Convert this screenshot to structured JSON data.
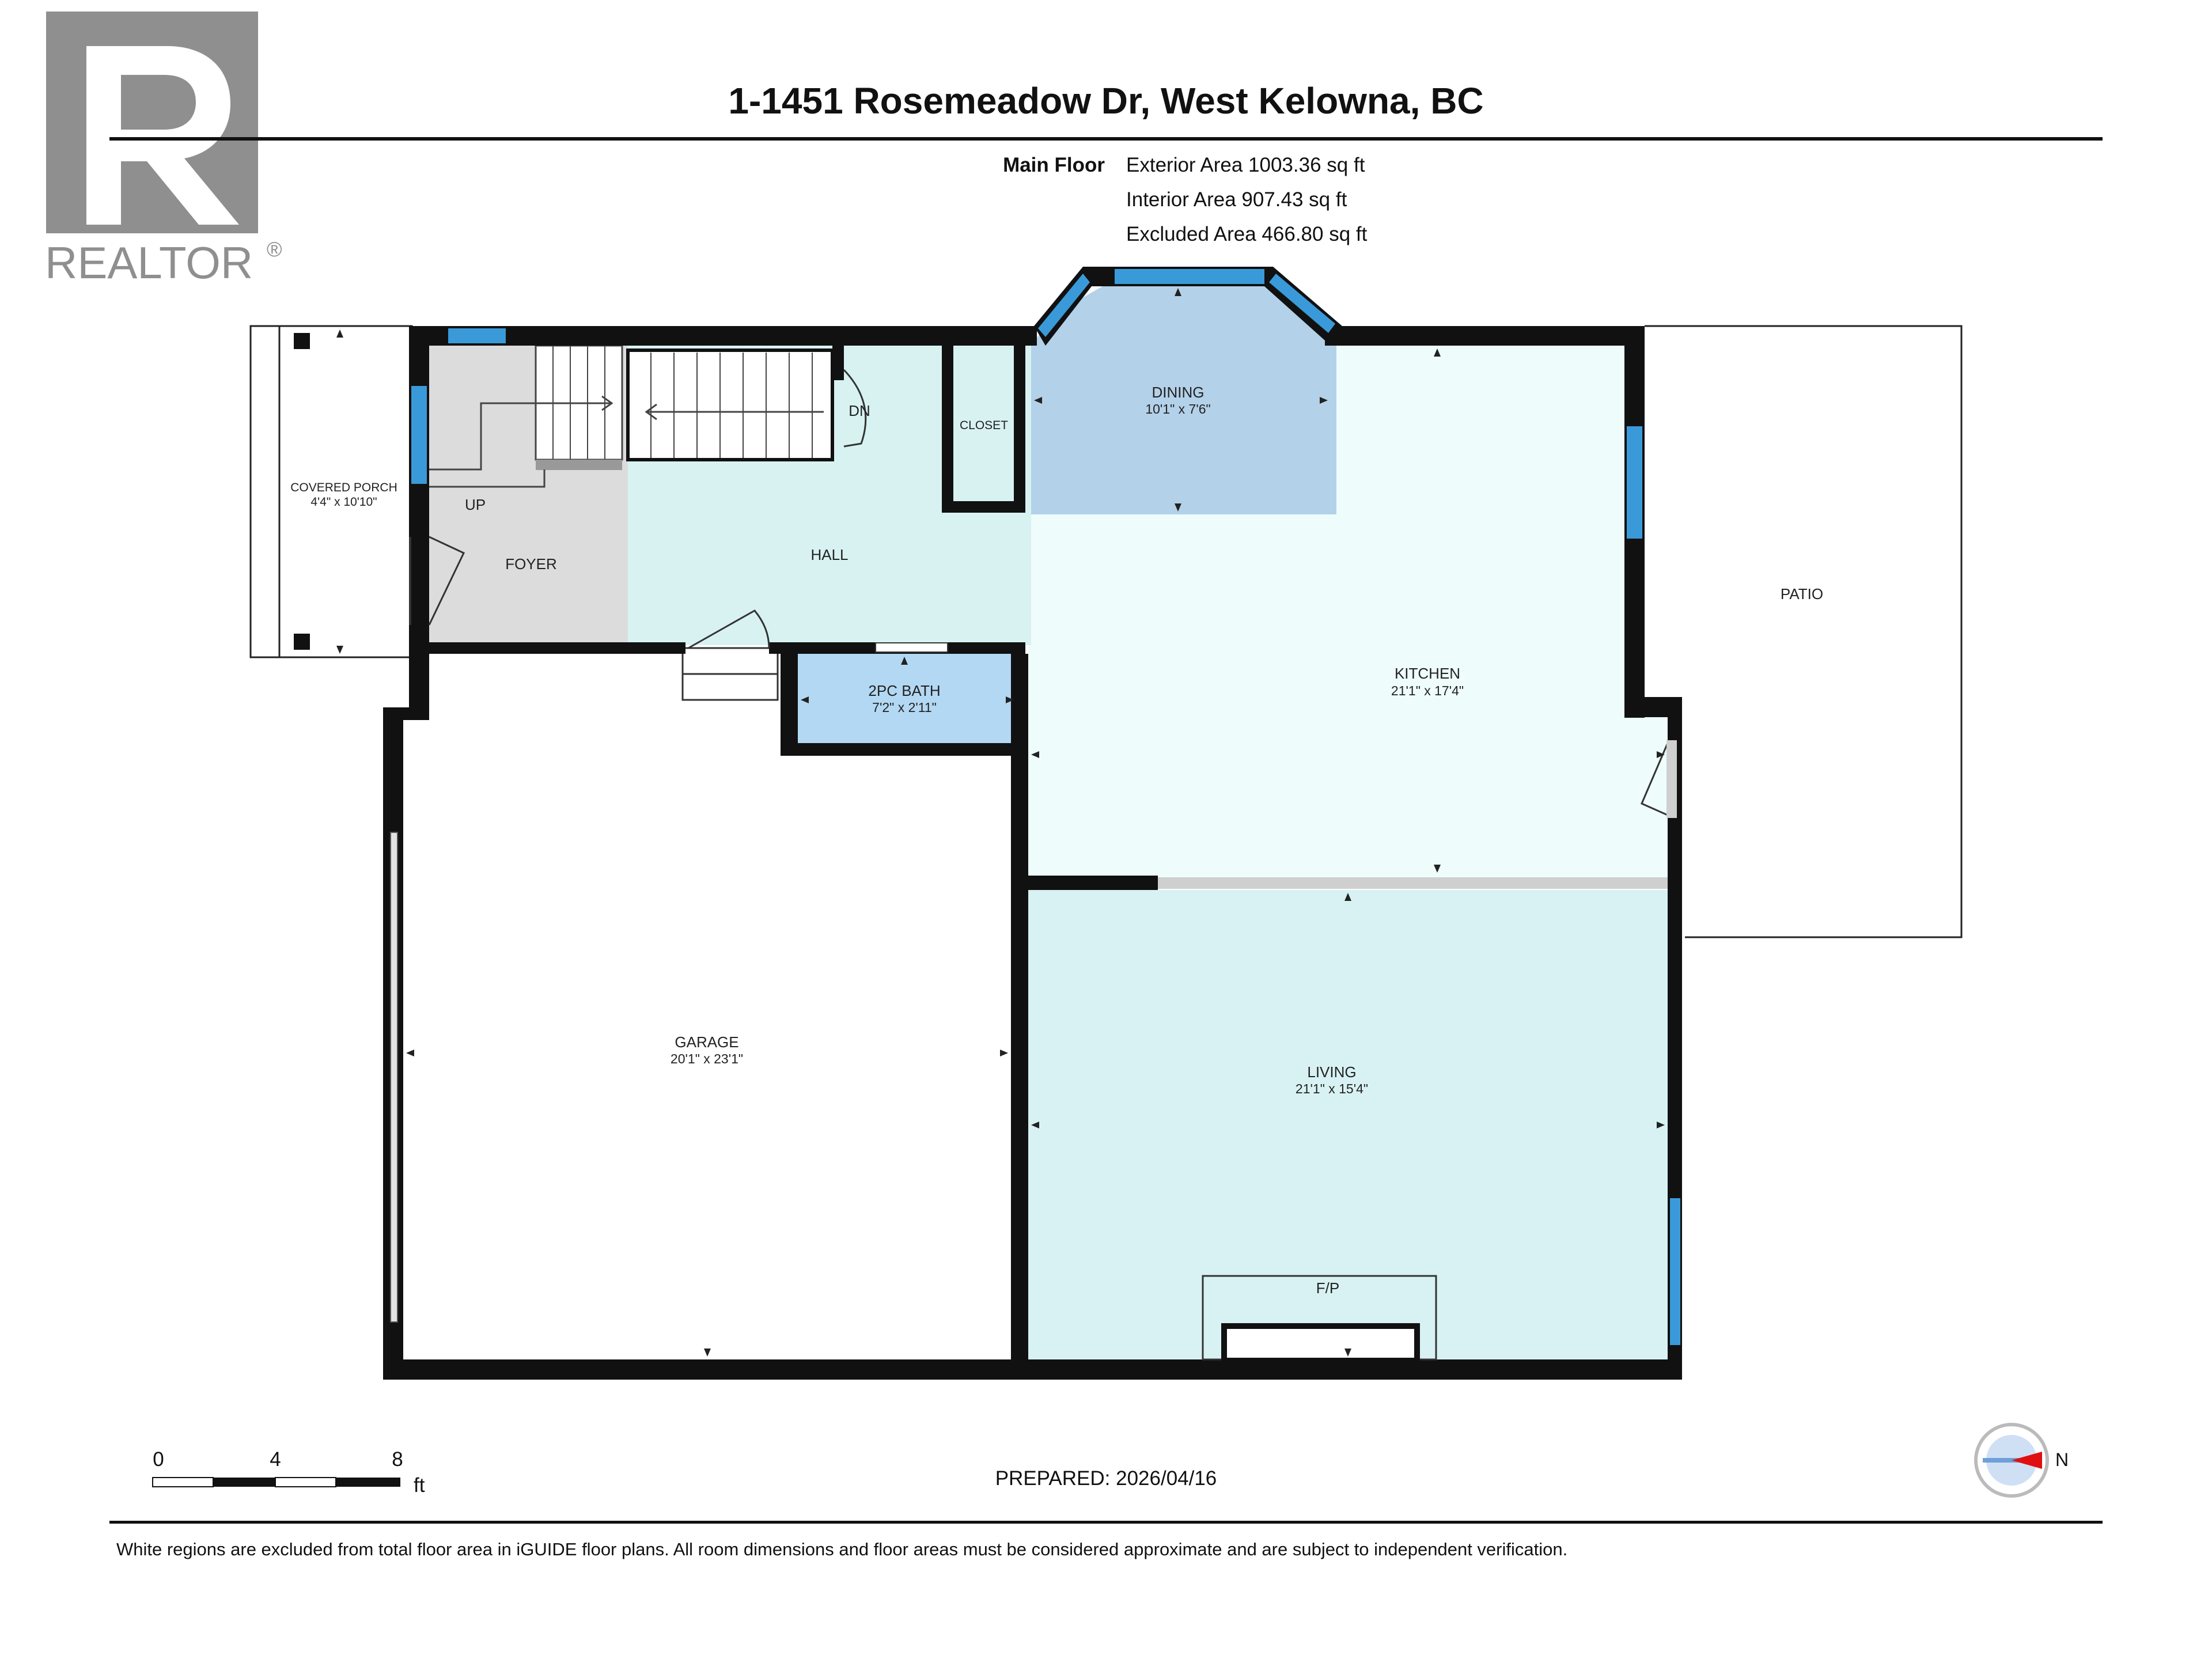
{
  "header": {
    "title": "1-1451 Rosemeadow Dr, West Kelowna, BC",
    "floor_label": "Main Floor",
    "areas": [
      "Exterior Area 1003.36 sq ft",
      "Interior Area 907.43 sq ft",
      "Excluded Area 466.80 sq ft"
    ]
  },
  "logo": {
    "text": "REALTOR",
    "mark": "®",
    "letter": "R"
  },
  "rooms": {
    "covered_porch": {
      "label": "COVERED PORCH",
      "dims": "4'4\" x 10'10\""
    },
    "foyer": {
      "label": "FOYER"
    },
    "up": {
      "label": "UP"
    },
    "dn": {
      "label": "DN"
    },
    "hall": {
      "label": "HALL"
    },
    "closet": {
      "label": "CLOSET"
    },
    "dining": {
      "label": "DINING",
      "dims": "10'1\" x 7'6\""
    },
    "kitchen": {
      "label": "KITCHEN",
      "dims": "21'1\" x 17'4\""
    },
    "patio": {
      "label": "PATIO"
    },
    "bath": {
      "label": "2PC BATH",
      "dims": "7'2\" x 2'11\""
    },
    "garage": {
      "label": "GARAGE",
      "dims": "20'1\" x 23'1\""
    },
    "living": {
      "label": "LIVING",
      "dims": "21'1\" x 15'4\""
    },
    "fireplace": {
      "label": "F/P"
    }
  },
  "scale": {
    "ticks": [
      "0",
      "4",
      "8"
    ],
    "unit": "ft"
  },
  "prepared": "PREPARED: 2026/04/16",
  "compass": {
    "label": "N"
  },
  "footnote": "White regions are excluded from total floor area in iGUIDE floor plans. All room dimensions and floor areas must be considered approximate and are subject to independent verification.",
  "colors": {
    "dining": "#b3d1e9",
    "bath": "#b3d8f3",
    "kitchen": "#eefdfb",
    "hall": "#d8f2f2",
    "living": "#d8f2f3",
    "foyer": "#dcdcdc",
    "window": "#3a9ad9",
    "wall": "#111111"
  }
}
